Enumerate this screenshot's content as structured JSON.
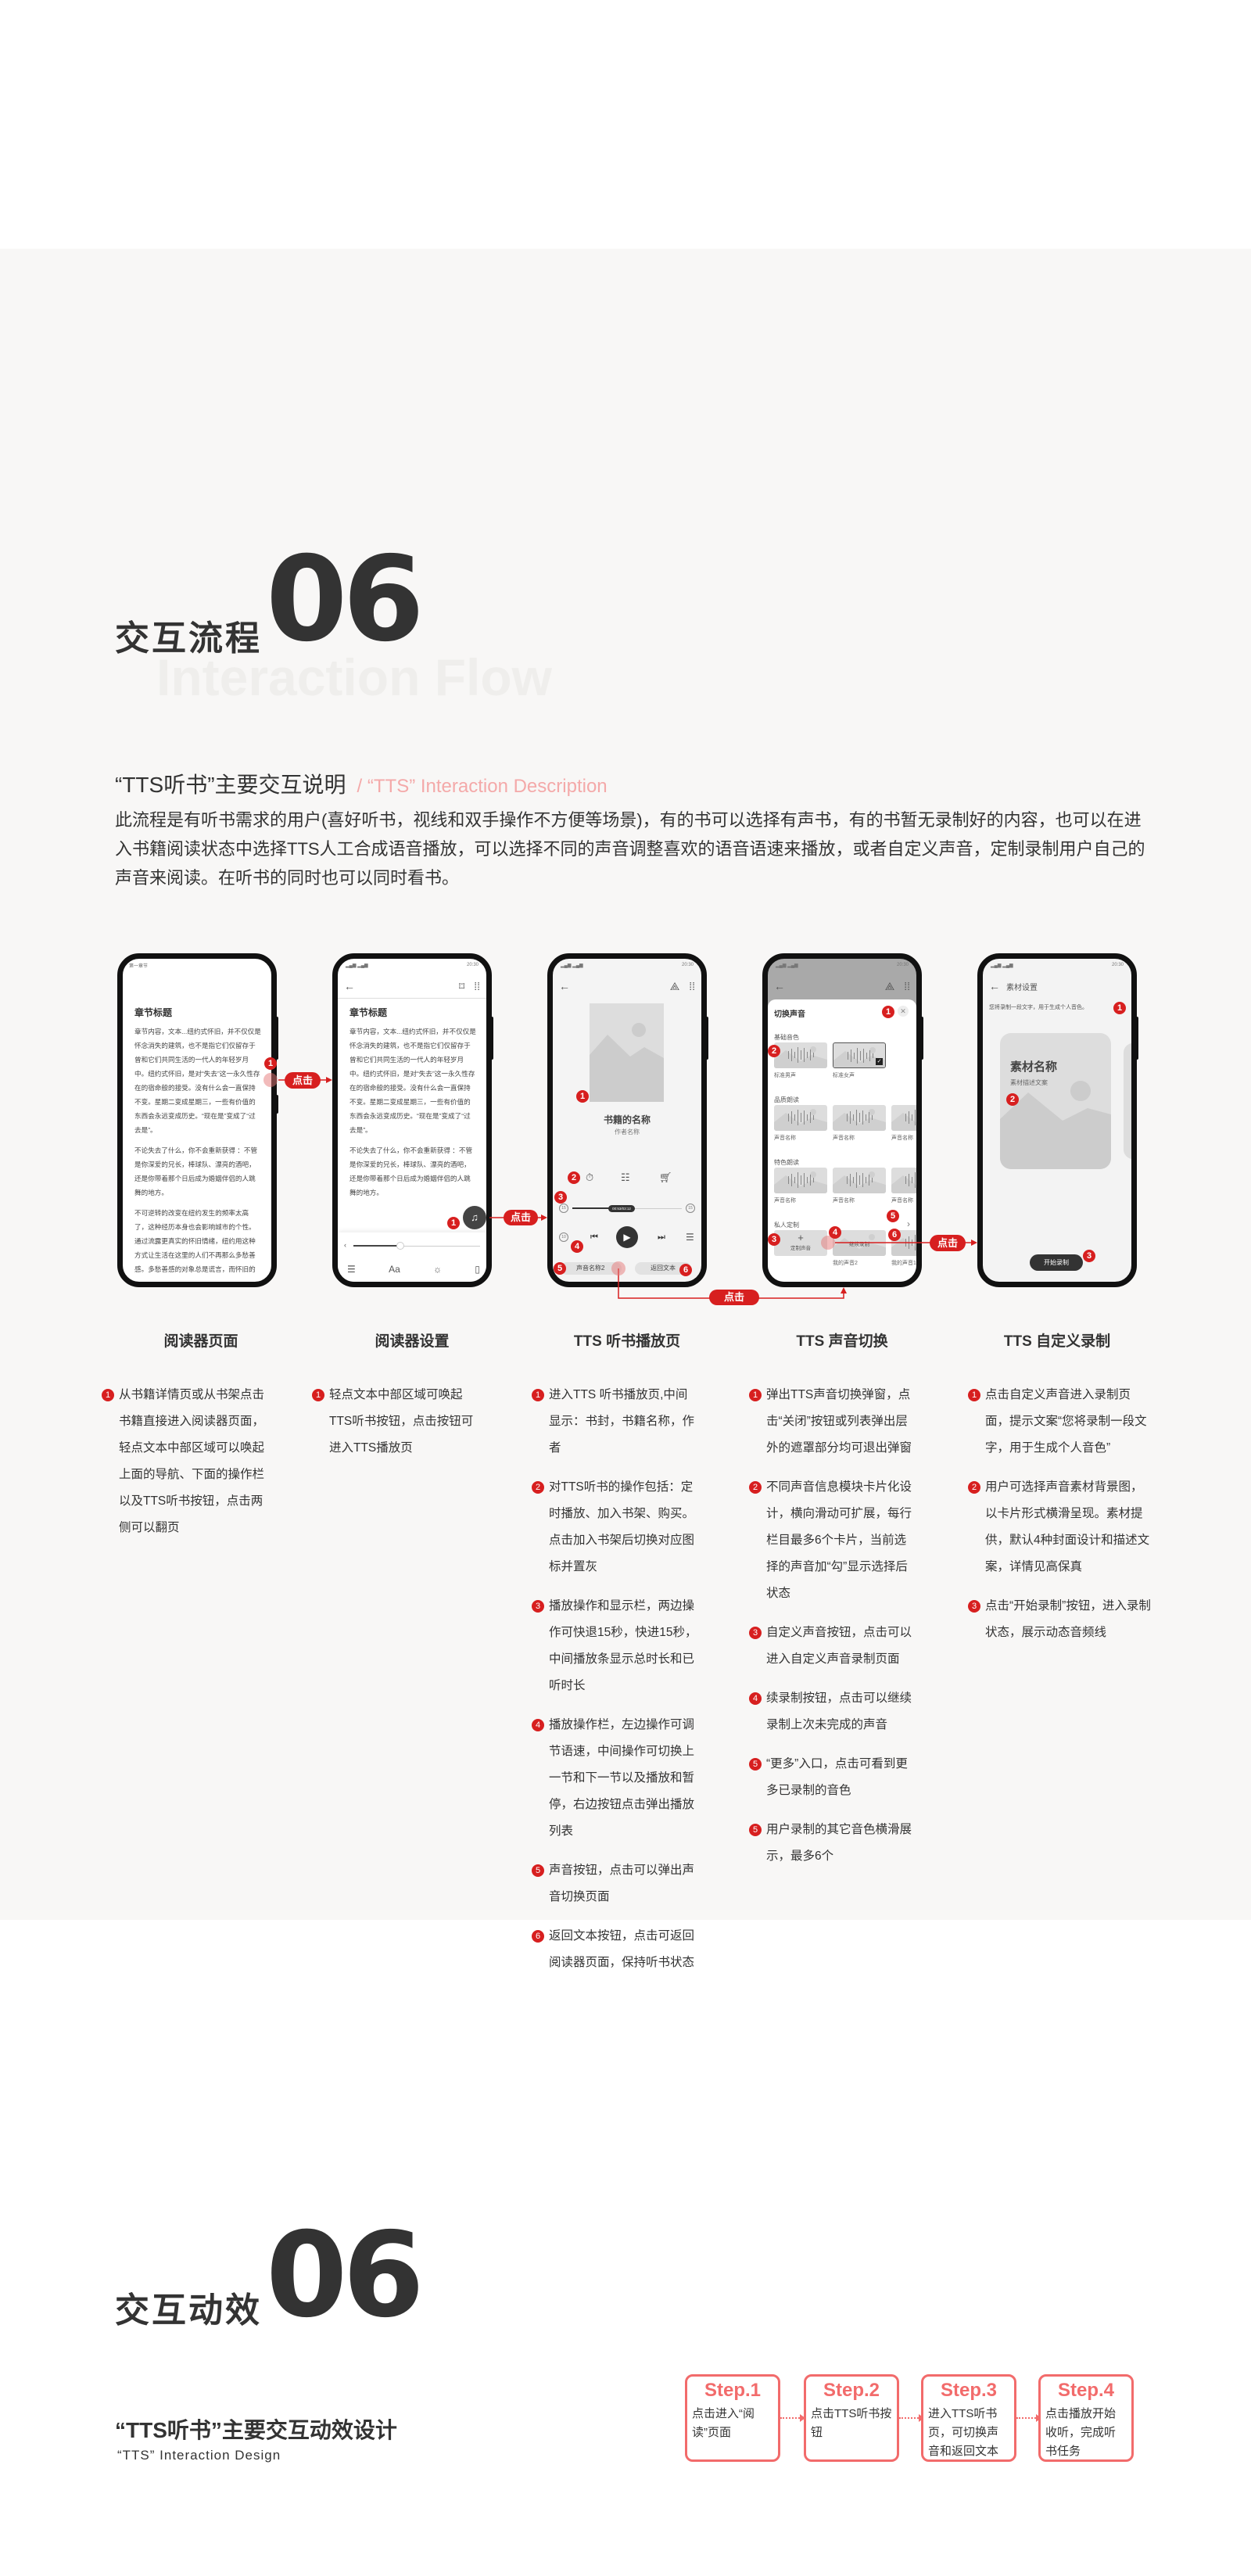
{
  "section1": {
    "title_cn": "交互流程",
    "number": "06",
    "title_en": "Interaction Flow",
    "subtitle_cn": "“TTS听书”主要交互说明",
    "subtitle_en": "/ “TTS” Interaction Description",
    "intro": "此流程是有听书需求的用户(喜好听书，视线和双手操作不方便等场景)，有的书可以选择有声书，有的书暂无录制好的内容，也可以在进入书籍阅读状态中选择TTS人工合成语音播放，可以选择不同的声音调整喜欢的语音语速来播放，或者自定义声音，定制录制用户自己的声音来阅读。在听书的同时也可以同时看书。"
  },
  "click_label": "点击",
  "reader": {
    "chapter_label": "第一章节",
    "chapter_title": "章节标题",
    "paragraphs": [
      "章节内容，文本...纽约式怀旧，并不仅仅是怀念消失的建筑，也不是指它们仅留存于曾和它们共同生活的一代人的年轻岁月中。纽约式怀旧，是对“失去”这一永久性存在的宿命般的接受。没有什么会一直保持不变。星期二变成星期三，一些有价值的东西会永远变成历史。“现在是”变成了“过去是”。",
      "不论失去了什么，你不会重新获得 ：不管是你深爱的兄长，棒球队、漂亮的酒吧，还是你带着那个日后成为婚姻伴侣的人跳舞的地方。",
      "不可逆转的改变在纽约发生的频率太高了，这种经历本身也会影响城市的个性。通过流露更真实的怀旧情绪，纽约用这种方式让生活在这里的人们不再那么多愁善感。多愁善感的对象总是谎言，而怀旧的"
    ]
  },
  "status_time": "20:30",
  "reader_settings": {
    "font_button": "Aa",
    "page_progress": 0.37
  },
  "player": {
    "book_title": "书籍的名称",
    "author": "作者名称",
    "time_label": "00:53/03:12",
    "skip_back": "15",
    "skip_forward": "15",
    "speed": "10",
    "progress": 0.45,
    "voice_button": "声音名称2",
    "back_text_button": "返回文本"
  },
  "voice_switch": {
    "title": "切换声音",
    "sections": [
      {
        "name": "基础音色",
        "items": [
          "标准男声",
          "标准女声"
        ]
      },
      {
        "name": "品质朗读",
        "items": [
          "声音名称",
          "声音名称",
          "声音名称"
        ]
      },
      {
        "name": "特色朗读",
        "items": [
          "声音名称",
          "声音名称",
          "声音名称"
        ]
      }
    ],
    "private": {
      "name": "私人定制",
      "custom_button": "定制声音",
      "continue_button": "继续录制",
      "items": [
        "我的声音2",
        "我的声音1"
      ]
    }
  },
  "custom_record": {
    "header": "素材设置",
    "hint": "您将录制一段文字，用于生成个人音色。",
    "card_title": "素材名称",
    "card_desc": "素材描述文案",
    "start_button": "开始录制"
  },
  "screens": [
    {
      "title": "阅读器页面",
      "notes": [
        {
          "n": "1",
          "text": "从书籍详情页或从书架点击书籍直接进入阅读器页面，轻点文本中部区域可以唤起上面的导航、下面的操作栏以及TTS听书按钮，点击两侧可以翻页"
        }
      ]
    },
    {
      "title": "阅读器设置",
      "notes": [
        {
          "n": "1",
          "text": "轻点文本中部区域可唤起TTS听书按钮，点击按钮可进入TTS播放页"
        }
      ]
    },
    {
      "title": "TTS 听书播放页",
      "notes": [
        {
          "n": "1",
          "text": "进入TTS 听书播放页,中间显示：书封，书籍名称，作者"
        },
        {
          "n": "2",
          "text": "对TTS听书的操作包括：定时播放、加入书架、购买。点击加入书架后切换对应图标并置灰"
        },
        {
          "n": "3",
          "text": "播放操作和显示栏，两边操作可快退15秒，快进15秒，中间播放条显示总时长和已听时长"
        },
        {
          "n": "4",
          "text": "播放操作栏，左边操作可调节语速，中间操作可切换上一节和下一节以及播放和暂停，右边按钮点击弹出播放列表"
        },
        {
          "n": "5",
          "text": "声音按钮，点击可以弹出声音切换页面"
        },
        {
          "n": "6",
          "text": "返回文本按钮，点击可返回阅读器页面，保持听书状态"
        }
      ]
    },
    {
      "title": "TTS 声音切换",
      "notes": [
        {
          "n": "1",
          "text": "弹出TTS声音切换弹窗，点击“关闭”按钮或列表弹出层外的遮罩部分均可退出弹窗"
        },
        {
          "n": "2",
          "text": "不同声音信息模块卡片化设计，横向滑动可扩展，每行栏目最多6个卡片，当前选择的声音加“勾”显示选择后状态"
        },
        {
          "n": "3",
          "text": "自定义声音按钮，点击可以进入自定义声音录制页面"
        },
        {
          "n": "4",
          "text": "续录制按钮，点击可以继续录制上次未完成的声音"
        },
        {
          "n": "5",
          "text": "“更多”入口，点击可看到更多已录制的音色"
        },
        {
          "n": "5",
          "text": "用户录制的其它音色横滑展示，最多6个"
        }
      ]
    },
    {
      "title": "TTS 自定义录制",
      "notes": [
        {
          "n": "1",
          "text": "点击自定义声音进入录制页面，提示文案“您将录制一段文字，用于生成个人音色”"
        },
        {
          "n": "2",
          "text": "用户可选择声音素材背景图，以卡片形式横滑呈现。素材提供，默认4种封面设计和描述文案，详情见高保真"
        },
        {
          "n": "3",
          "text": "点击“开始录制”按钮，进入录制状态，展示动态音频线"
        }
      ]
    }
  ],
  "section2": {
    "title_cn": "交互动效",
    "number": "06",
    "subtitle_cn": "“TTS听书”主要交互动效设计",
    "subtitle_en": "“TTS” Interaction Design",
    "steps": [
      {
        "label": "Step.1",
        "text": "点击进入“阅读”页面"
      },
      {
        "label": "Step.2",
        "text": "点击TTS听书按钮"
      },
      {
        "label": "Step.3",
        "text": "进入TTS听书页，可切换声音和返回文本"
      },
      {
        "label": "Step.4",
        "text": "点击播放开始收听，完成听书任务"
      }
    ]
  },
  "colors": {
    "accent": "#d71f1f",
    "step": "#f26b6b",
    "background": "#f8f7f6",
    "subtitle_en": "#f4a9a9"
  }
}
